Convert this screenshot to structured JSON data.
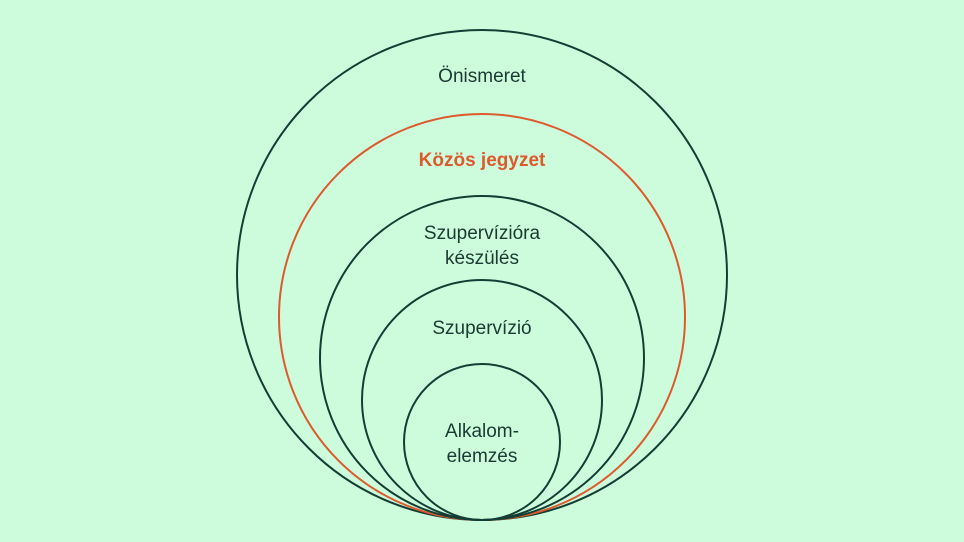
{
  "colors": {
    "background": "#ccfcdc",
    "ring": "#143d34",
    "highlight": "#dd5a2e",
    "text": "#1b3a33"
  },
  "rings": [
    {
      "id": "onismeret",
      "label": "Önismeret",
      "highlight": false
    },
    {
      "id": "kozos-jegyzet",
      "label": "Közös jegyzet",
      "highlight": true
    },
    {
      "id": "szupervíziora-keszules",
      "label": "Szupervízióra\nkészülés",
      "highlight": false
    },
    {
      "id": "szupervizio",
      "label": "Szupervízió",
      "highlight": false
    },
    {
      "id": "alkalomelemzes",
      "label": "Alkalom-\nelemzés",
      "highlight": false
    }
  ]
}
